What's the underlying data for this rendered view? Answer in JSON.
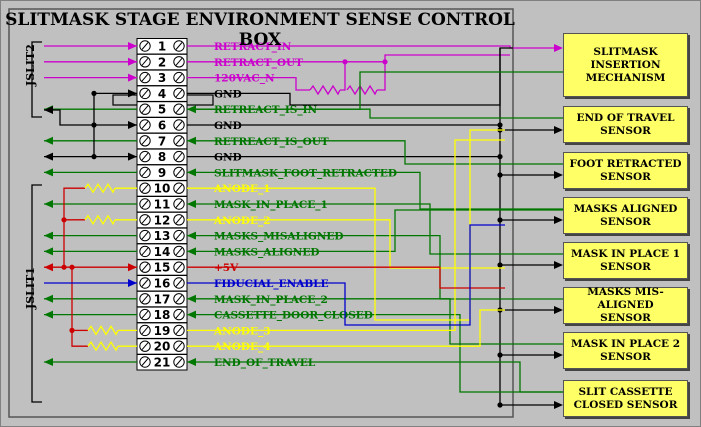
{
  "title": "SLITMASK STAGE ENVIRONMENT SENSE CONTROL BOX",
  "connectors": {
    "jslit2": "JSLIT2",
    "jslit1": "JSLIT1"
  },
  "terminals": [
    {
      "num": "1",
      "signal": "RETRACT_IN",
      "color": "#cc00cc"
    },
    {
      "num": "2",
      "signal": "RETRACT_OUT",
      "color": "#cc00cc"
    },
    {
      "num": "3",
      "signal": "120VAC_N",
      "color": "#cc00cc"
    },
    {
      "num": "4",
      "signal": "GND",
      "color": "#000000"
    },
    {
      "num": "5",
      "signal": "RETREACT_IS_IN",
      "color": "#007700"
    },
    {
      "num": "6",
      "signal": "GND",
      "color": "#000000"
    },
    {
      "num": "7",
      "signal": "RETREACT_IS_OUT",
      "color": "#007700"
    },
    {
      "num": "8",
      "signal": "GND",
      "color": "#000000"
    },
    {
      "num": "9",
      "signal": "SLITMASK_FOOT_RETRACTED",
      "color": "#007700"
    },
    {
      "num": "10",
      "signal": "ANODE_1",
      "color": "#ffff00"
    },
    {
      "num": "11",
      "signal": "MASK_IN_PLACE_1",
      "color": "#007700"
    },
    {
      "num": "12",
      "signal": "ANODE_2",
      "color": "#ffff00"
    },
    {
      "num": "13",
      "signal": "MASKS_MISALIGNED",
      "color": "#007700"
    },
    {
      "num": "14",
      "signal": "MASKS_ALIGNED",
      "color": "#007700"
    },
    {
      "num": "15",
      "signal": "+5V",
      "color": "#cc0000"
    },
    {
      "num": "16",
      "signal": "FIDUCIAL_ENABLE",
      "color": "#0000cc"
    },
    {
      "num": "17",
      "signal": "MASK_IN_PLACE_2",
      "color": "#007700"
    },
    {
      "num": "18",
      "signal": "CASSETTE_DOOR_CLOSED",
      "color": "#007700"
    },
    {
      "num": "19",
      "signal": "ANODE_3",
      "color": "#ffff00"
    },
    {
      "num": "20",
      "signal": "ANODE_4",
      "color": "#ffff00"
    },
    {
      "num": "21",
      "signal": "END_OF_TRAVEL",
      "color": "#007700"
    }
  ],
  "sensors": [
    {
      "label": "SLITMASK\nINSERTION\nMECHANISM"
    },
    {
      "label": "END OF TRAVEL\nSENSOR"
    },
    {
      "label": "FOOT RETRACTED\nSENSOR"
    },
    {
      "label": "MASKS ALIGNED\nSENSOR"
    },
    {
      "label": "MASK IN PLACE 1\nSENSOR"
    },
    {
      "label": "MASKS MIS-ALIGNED\nSENSOR"
    },
    {
      "label": "MASK IN PLACE 2\nSENSOR"
    },
    {
      "label": "SLIT CASSETTE\nCLOSED SENSOR"
    }
  ],
  "colors": {
    "background": "#000000",
    "panel": "#c0c0c0",
    "sensor_fill": "#ffff66",
    "magenta": "#cc00cc",
    "green": "#007700",
    "yellow": "#ffff00",
    "red": "#cc0000",
    "blue": "#0000cc"
  }
}
